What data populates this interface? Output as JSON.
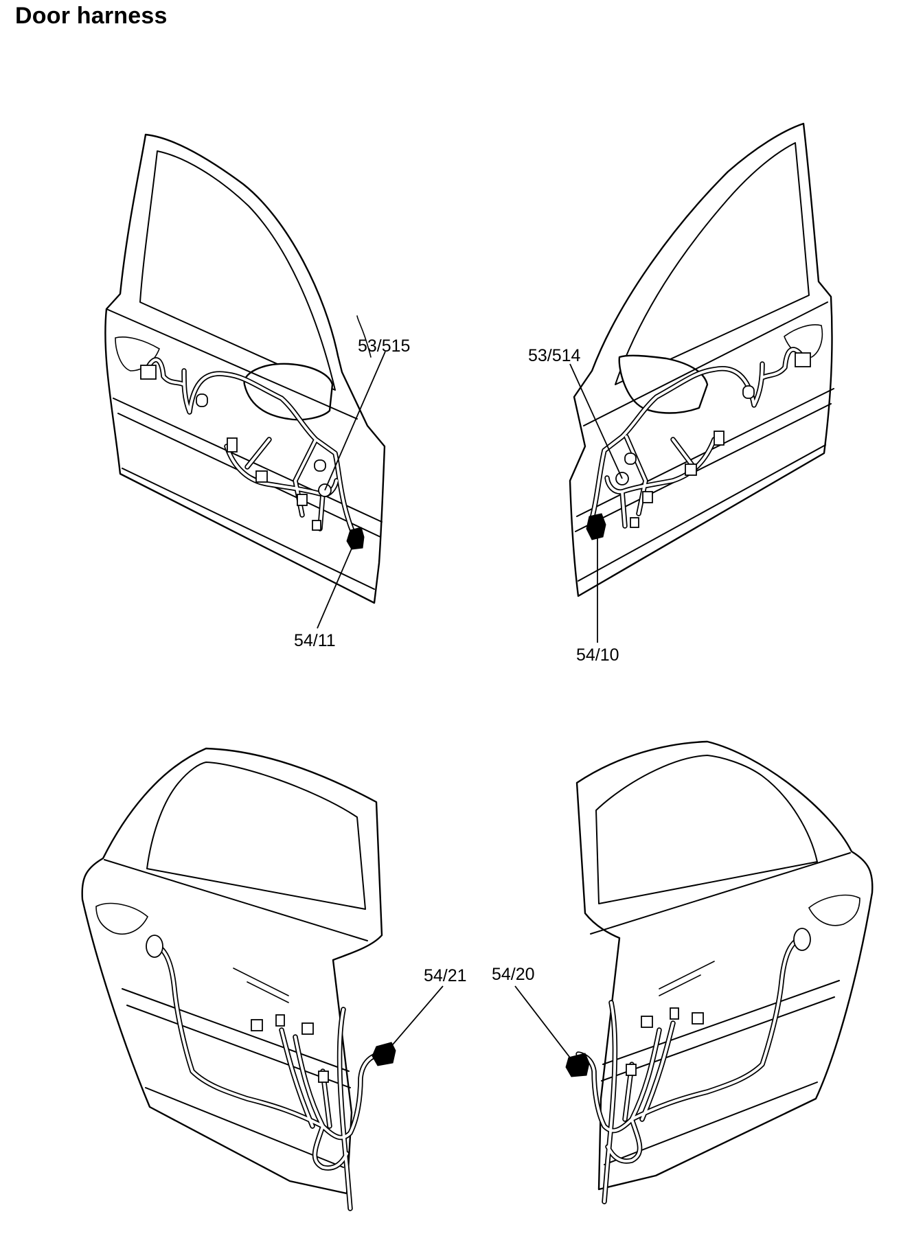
{
  "title": "Door harness",
  "labels": {
    "front_left_grommet": "53/515",
    "front_left_connector": "54/11",
    "front_right_grommet": "53/514",
    "front_right_connector": "54/10",
    "rear_left_connector": "54/21",
    "rear_right_connector": "54/20"
  }
}
